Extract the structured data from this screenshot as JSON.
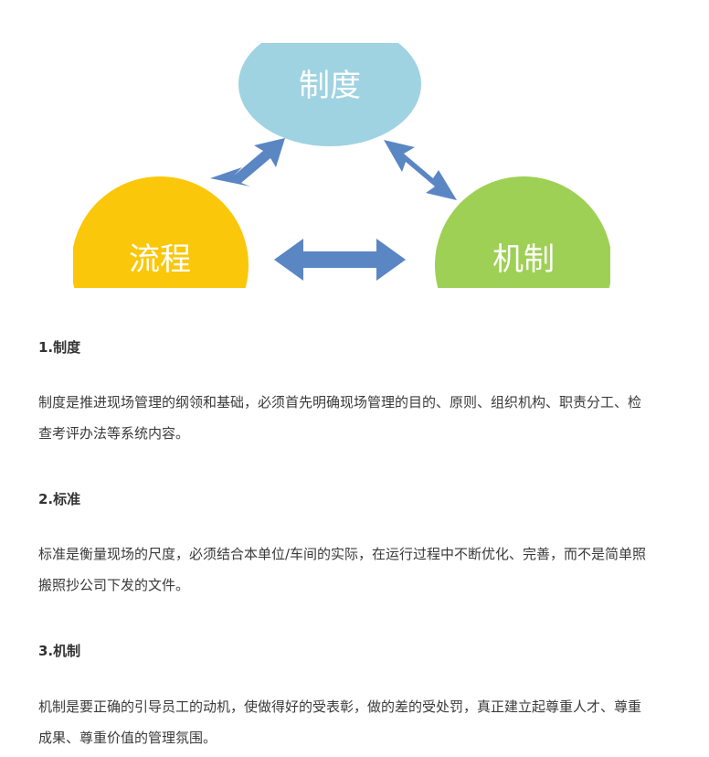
{
  "diagram": {
    "nodes": [
      {
        "label": "制度",
        "color": "#9fd3e1"
      },
      {
        "label": "流程",
        "color": "#fbc70a"
      },
      {
        "label": "机制",
        "color": "#9ed055"
      }
    ],
    "arrow_color": "#5b86c4"
  },
  "sections": [
    {
      "heading": "1.制度",
      "body": "制度是推进现场管理的纲领和基础，必须首先明确现场管理的目的、原则、组织机构、职责分工、检查考评办法等系统内容。"
    },
    {
      "heading": "2.标准",
      "body": "标准是衡量现场的尺度，必须结合本单位/车间的实际，在运行过程中不断优化、完善，而不是简单照搬照抄公司下发的文件。"
    },
    {
      "heading": "3.机制",
      "body": "机制是要正确的引导员工的动机，使做得好的受表彰，做的差的受处罚，真正建立起尊重人才、尊重成果、尊重价值的管理氛围。"
    }
  ]
}
